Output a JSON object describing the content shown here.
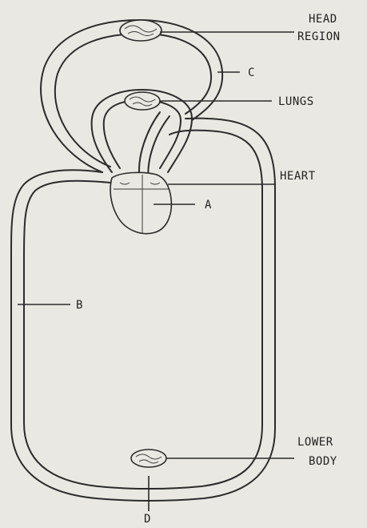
{
  "labels": {
    "head_line1": "HEAD",
    "head_line2": "REGION",
    "c": "C",
    "lungs": "LUNGS",
    "heart": "HEART",
    "a": "A",
    "b": "B",
    "lower_line1": "LOWER",
    "lower_line2": "BODY",
    "d": "D"
  }
}
